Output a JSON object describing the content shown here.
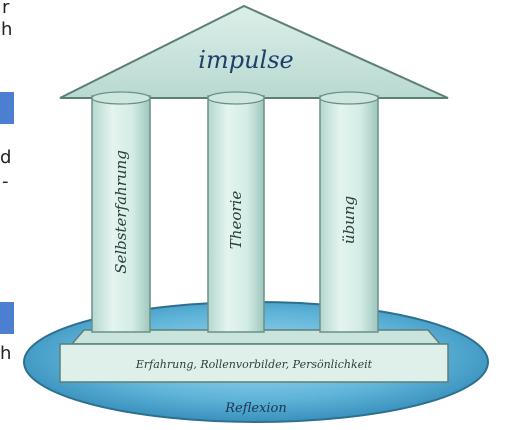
{
  "edge_fragments": {
    "top_line1": "r",
    "top_line2": "h",
    "mid_line1": "d",
    "mid_line2": "-",
    "bottom_line": "h"
  },
  "diagram": {
    "roof_label": "impulse",
    "pillars": [
      {
        "label": "Selbsterfahrung"
      },
      {
        "label": "Theorie"
      },
      {
        "label": "übung"
      }
    ],
    "base_label": "Erfahrung, Rollenvorbilder, Persönlichkeit",
    "foundation_label": "Reflexion"
  },
  "colors": {
    "pillar_fill": "#d7eee7",
    "roof_fill": "#c7e2db",
    "ellipse_fill": "#4fa7cf",
    "outline": "#5c7f78",
    "side_marker": "#4d7fd0"
  }
}
